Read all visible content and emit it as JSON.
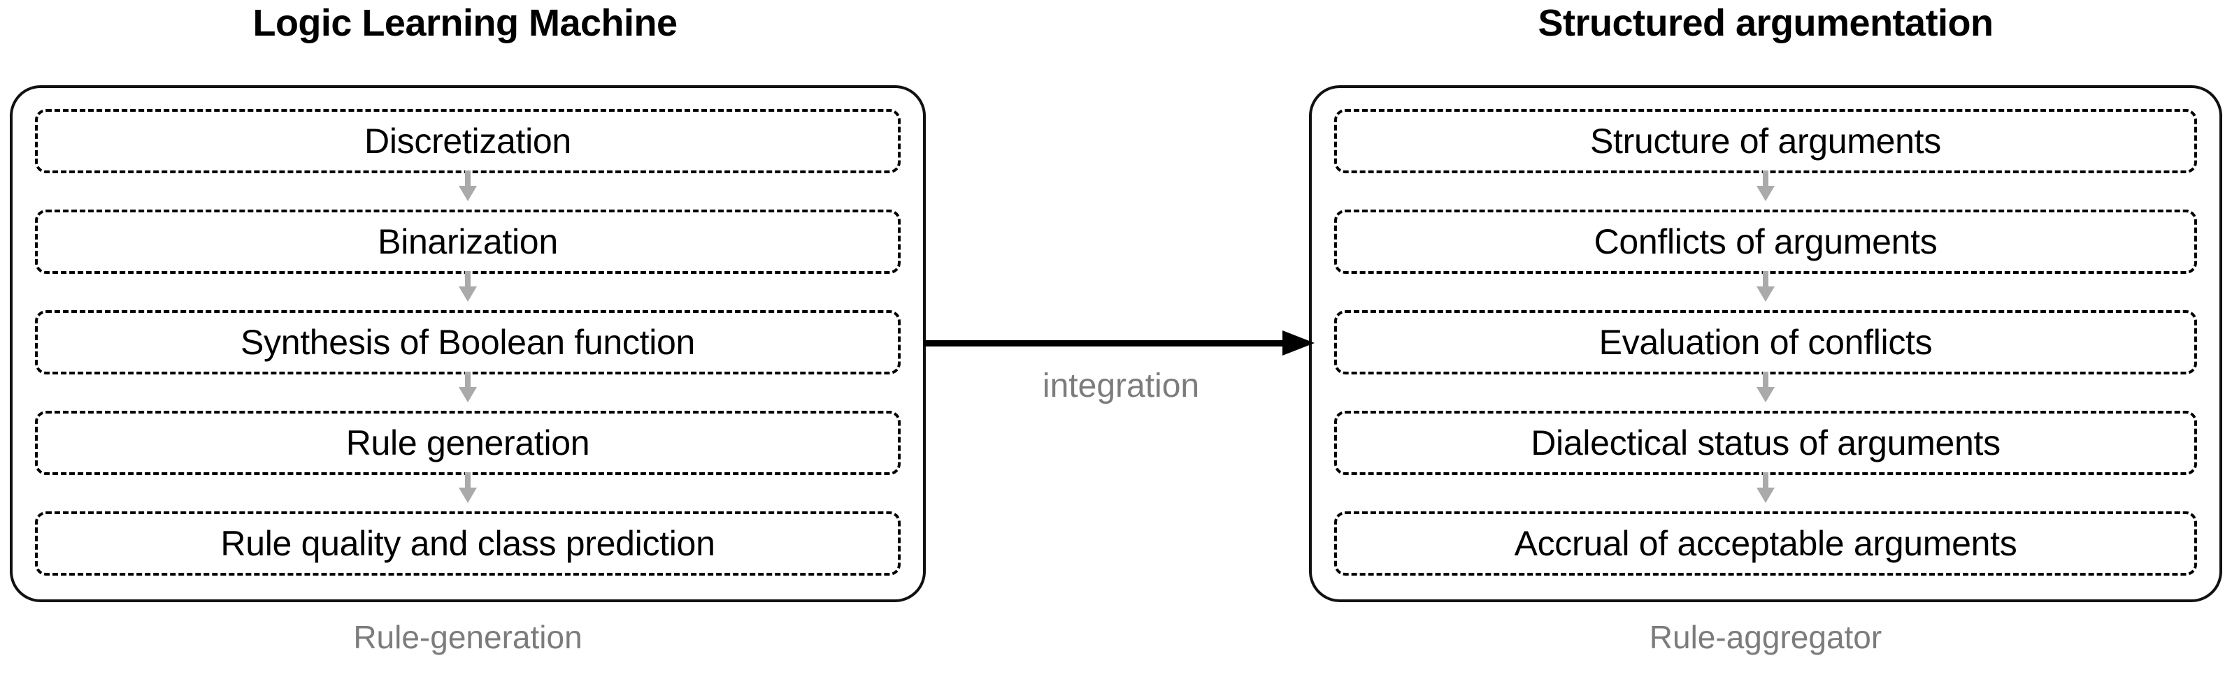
{
  "columns": {
    "left": {
      "title": "Logic Learning Machine",
      "caption": "Rule-generation",
      "steps": [
        {
          "label": "Discretization"
        },
        {
          "label": "Binarization"
        },
        {
          "label": "Synthesis of Boolean function"
        },
        {
          "label": "Rule generation"
        },
        {
          "label": "Rule quality and class prediction"
        }
      ]
    },
    "right": {
      "title": "Structured argumentation",
      "caption": "Rule-aggregator",
      "steps": [
        {
          "label": "Structure of arguments"
        },
        {
          "label": "Conflicts of arguments"
        },
        {
          "label": "Evaluation of conflicts"
        },
        {
          "label": "Dialectical status of arguments"
        },
        {
          "label": "Accrual of acceptable arguments"
        }
      ]
    }
  },
  "connector": {
    "label": "integration"
  },
  "colors": {
    "text": "#000000",
    "muted": "#7c7c7c",
    "arrow_gray": "#aaaaaa",
    "arrow_black": "#000000",
    "panel_border": "#111111",
    "background": "#ffffff"
  }
}
